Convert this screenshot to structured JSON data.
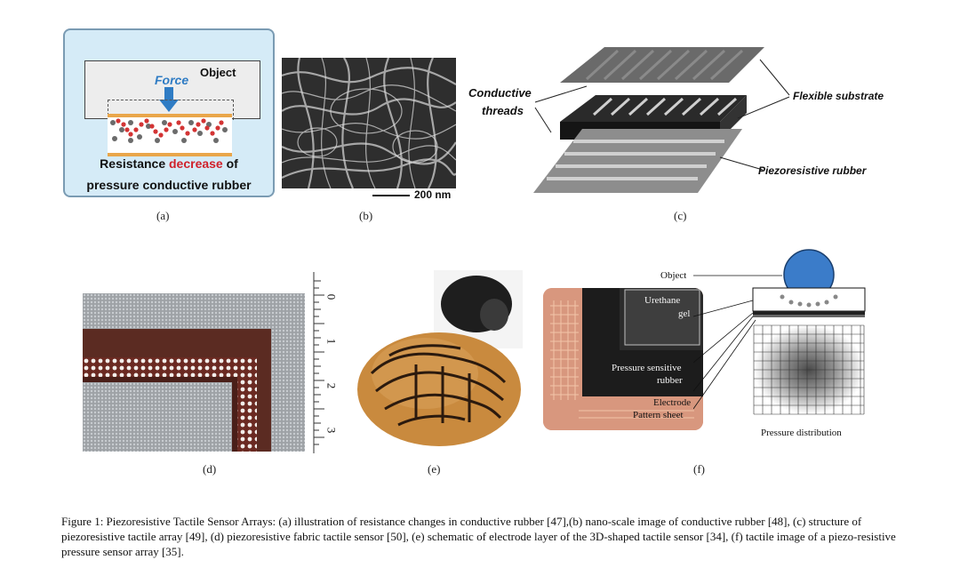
{
  "panel_a": {
    "object_label": "Object",
    "force_label": "Force",
    "caption_line1_part1": "Resistance ",
    "caption_line1_highlight": "decrease",
    "caption_line1_part3": " of",
    "caption_line2": "pressure conductive rubber"
  },
  "panel_b": {
    "scale_label": "200 nm"
  },
  "panel_c": {
    "conductive_threads_line1": "Conductive",
    "conductive_threads_line2": "threads",
    "flexible_substrate": "Flexible substrate",
    "piezoresistive_rubber": "Piezoresistive rubber"
  },
  "panel_d": {
    "ruler_marks": [
      "0",
      "1",
      "2",
      "3"
    ]
  },
  "panel_f": {
    "object_label": "Object",
    "urethane_line1": "Urethane",
    "urethane_line2": "gel",
    "pressure_line1": "Pressure sensitive",
    "pressure_line2": "rubber",
    "electrode_line1": "Electrode",
    "electrode_line2": "Pattern sheet",
    "distribution_label": "Pressure distribution"
  },
  "labels": {
    "a": "(a)",
    "b": "(b)",
    "c": "(c)",
    "d": "(d)",
    "e": "(e)",
    "f": "(f)"
  },
  "caption": "Figure 1:   Piezoresistive Tactile Sensor Arrays: (a) illustration of resistance changes in conductive rubber [47],(b) nano-scale image of conductive rubber [48], (c) structure of piezoresistive tactile array [49], (d) piezoresistive fabric tactile sensor [50], (e) schematic of electrode layer of the 3D-shaped tactile sensor [34], (f) tactile image of a piezo-resistive pressure sensor array [35].",
  "colors": {
    "panel_a_bg": "#d5ebf7",
    "force_arrow": "#2f7cc4",
    "decrease_text": "#d0202a",
    "electrode_orange": "#e9a64a",
    "object_ball": "#3b7cc9"
  }
}
